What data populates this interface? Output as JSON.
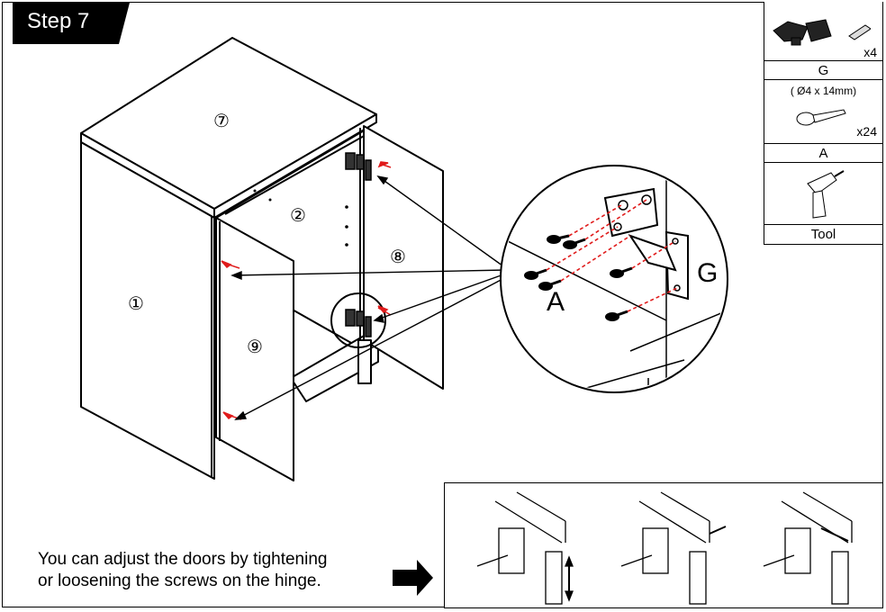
{
  "step": {
    "label": "Step 7"
  },
  "parts": {
    "hinge": {
      "quantity": "x4",
      "letter": "G",
      "icon": "hinge-icon"
    },
    "screw": {
      "spec": "( Ø4 x 14mm)",
      "quantity": "x24",
      "letter": "A",
      "icon": "screw-icon"
    },
    "tool": {
      "label": "Tool",
      "icon": "drill-icon"
    }
  },
  "panels": {
    "side_left": "①",
    "back": "②",
    "top": "⑦",
    "door_right": "⑧",
    "door_left": "⑨"
  },
  "detail": {
    "screw_label": "A",
    "hinge_label": "G"
  },
  "note": {
    "line1": "You can adjust the doors by tightening",
    "line2": "or loosening the screws on the hinge."
  },
  "colors": {
    "line": "#000000",
    "arrow_red": "#e01b1b",
    "tag_bg": "#000000"
  }
}
